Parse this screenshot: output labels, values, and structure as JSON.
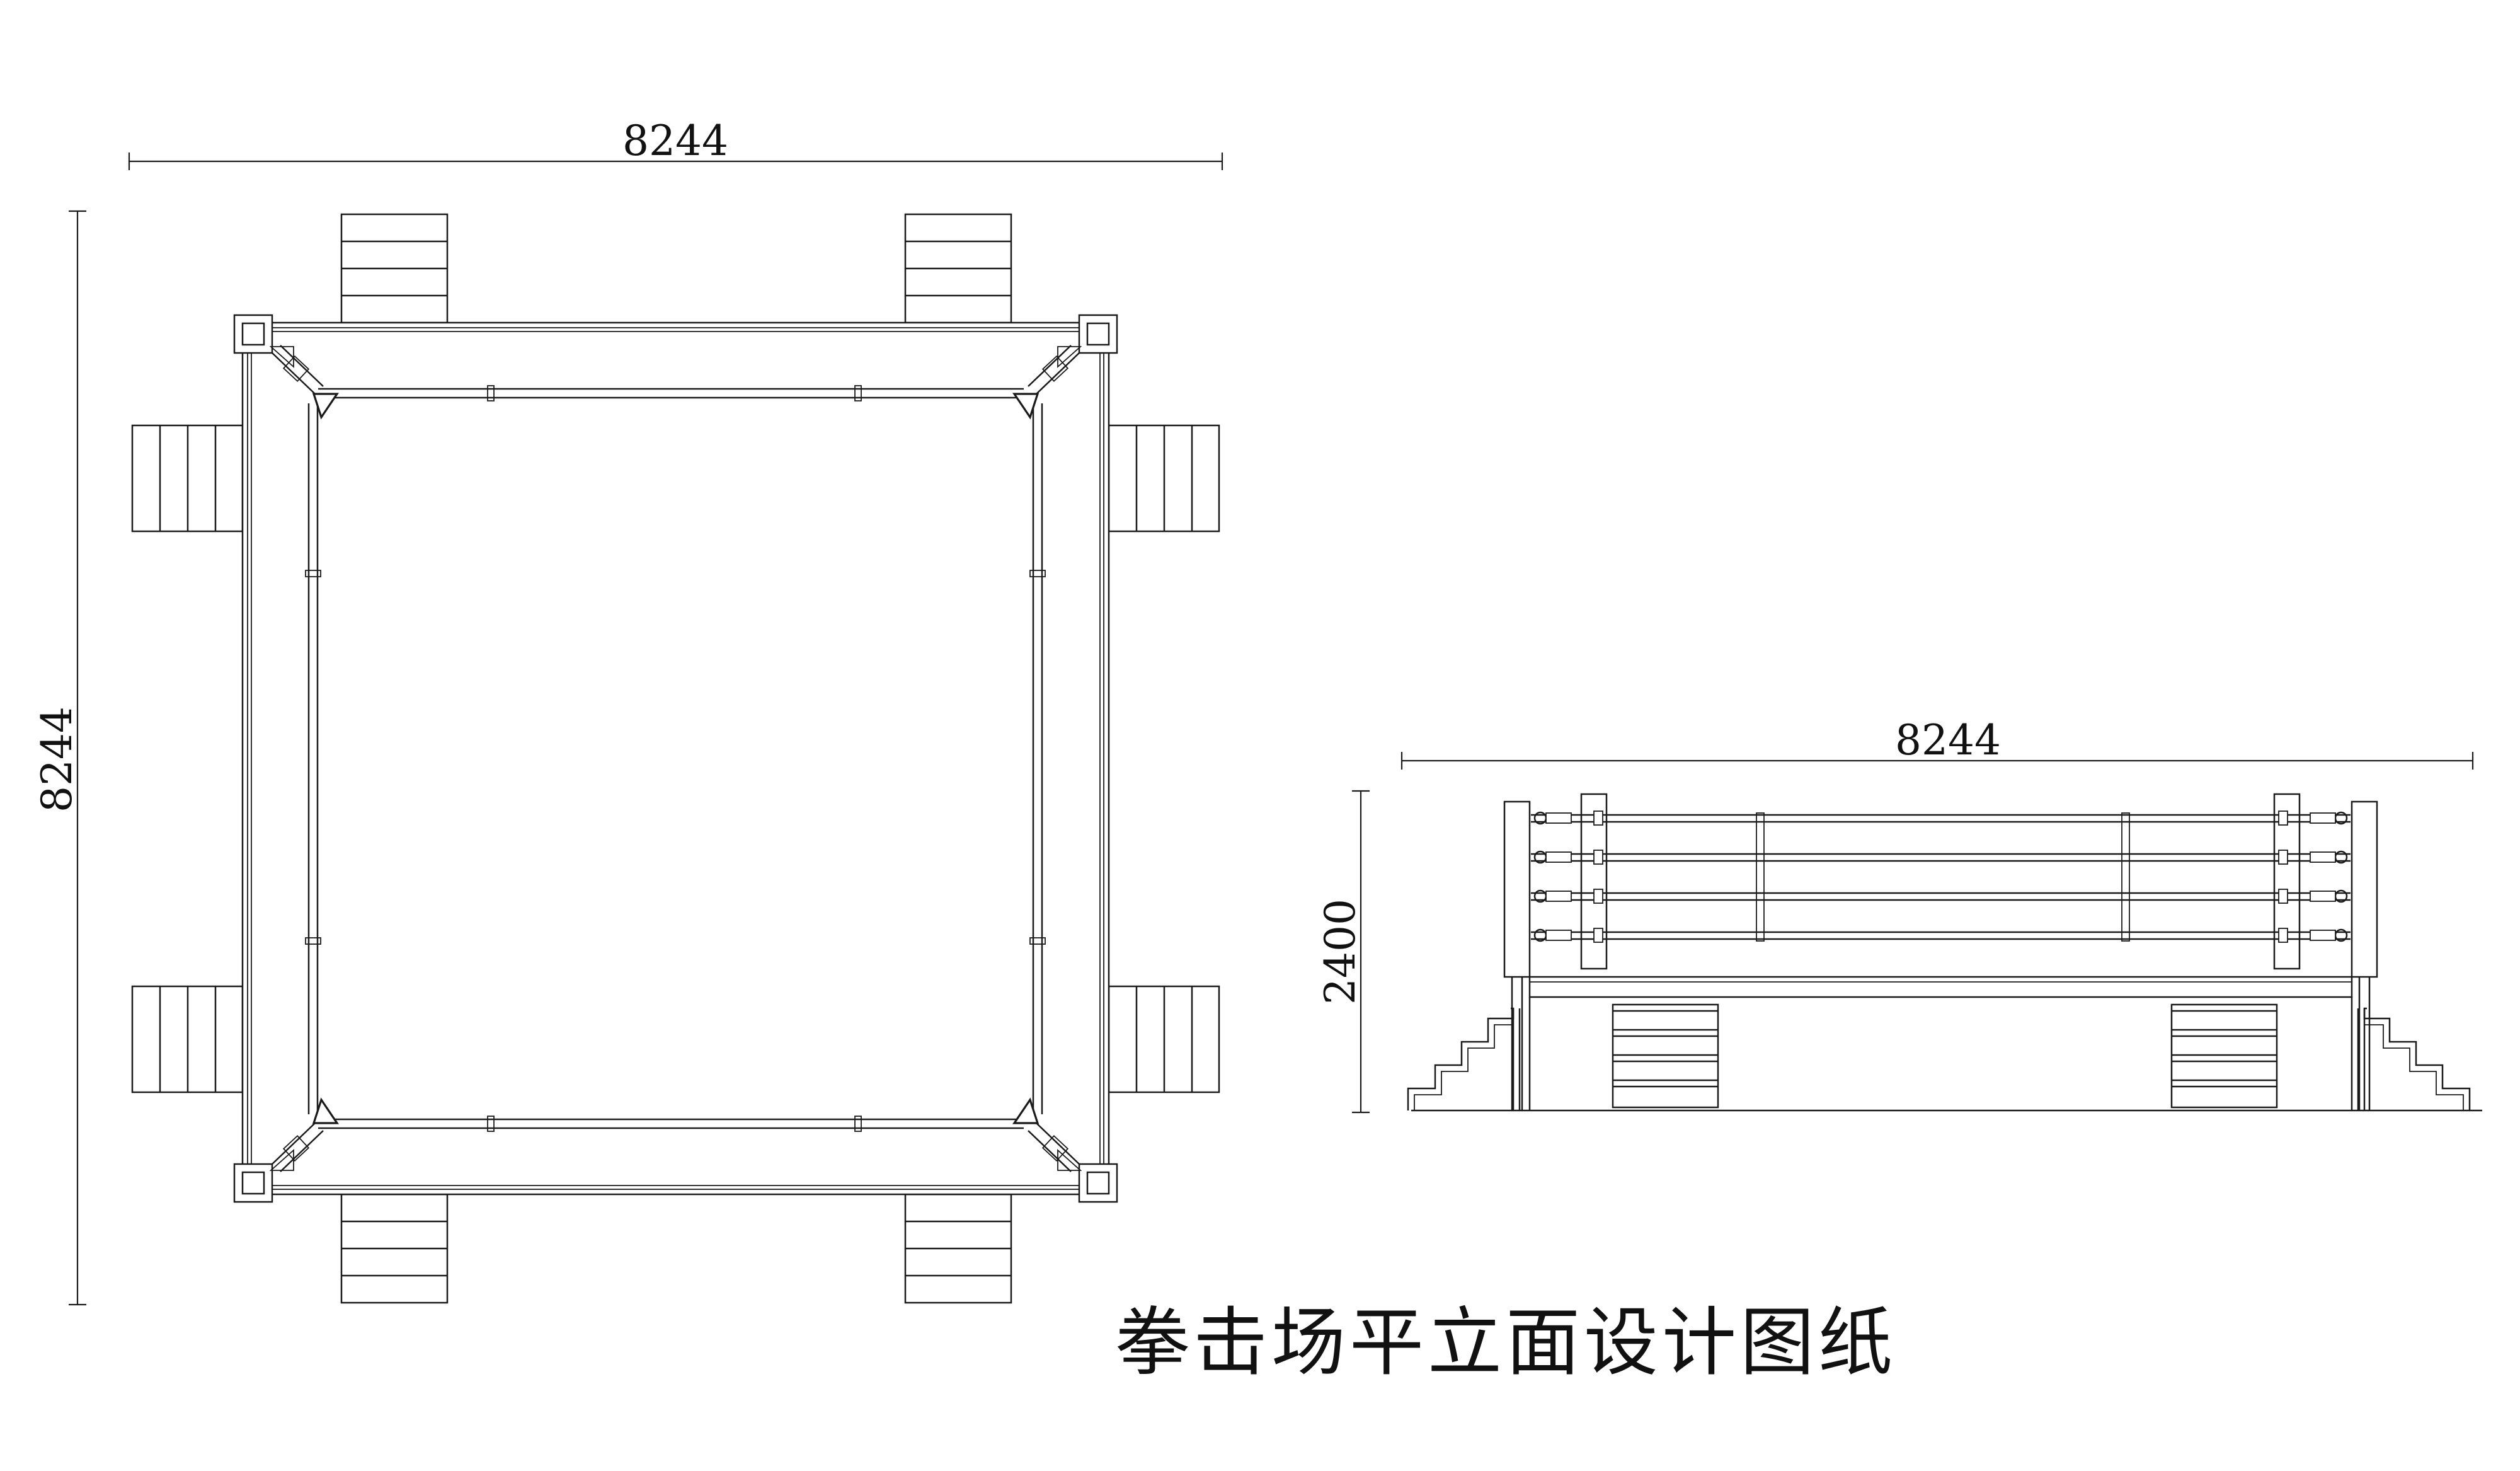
{
  "title": "拳击场平立面设计图纸",
  "plan_view": {
    "dimension_top": "8244",
    "dimension_left": "8244"
  },
  "elevation_view": {
    "dimension_top": "8244",
    "dimension_left": "2400"
  }
}
